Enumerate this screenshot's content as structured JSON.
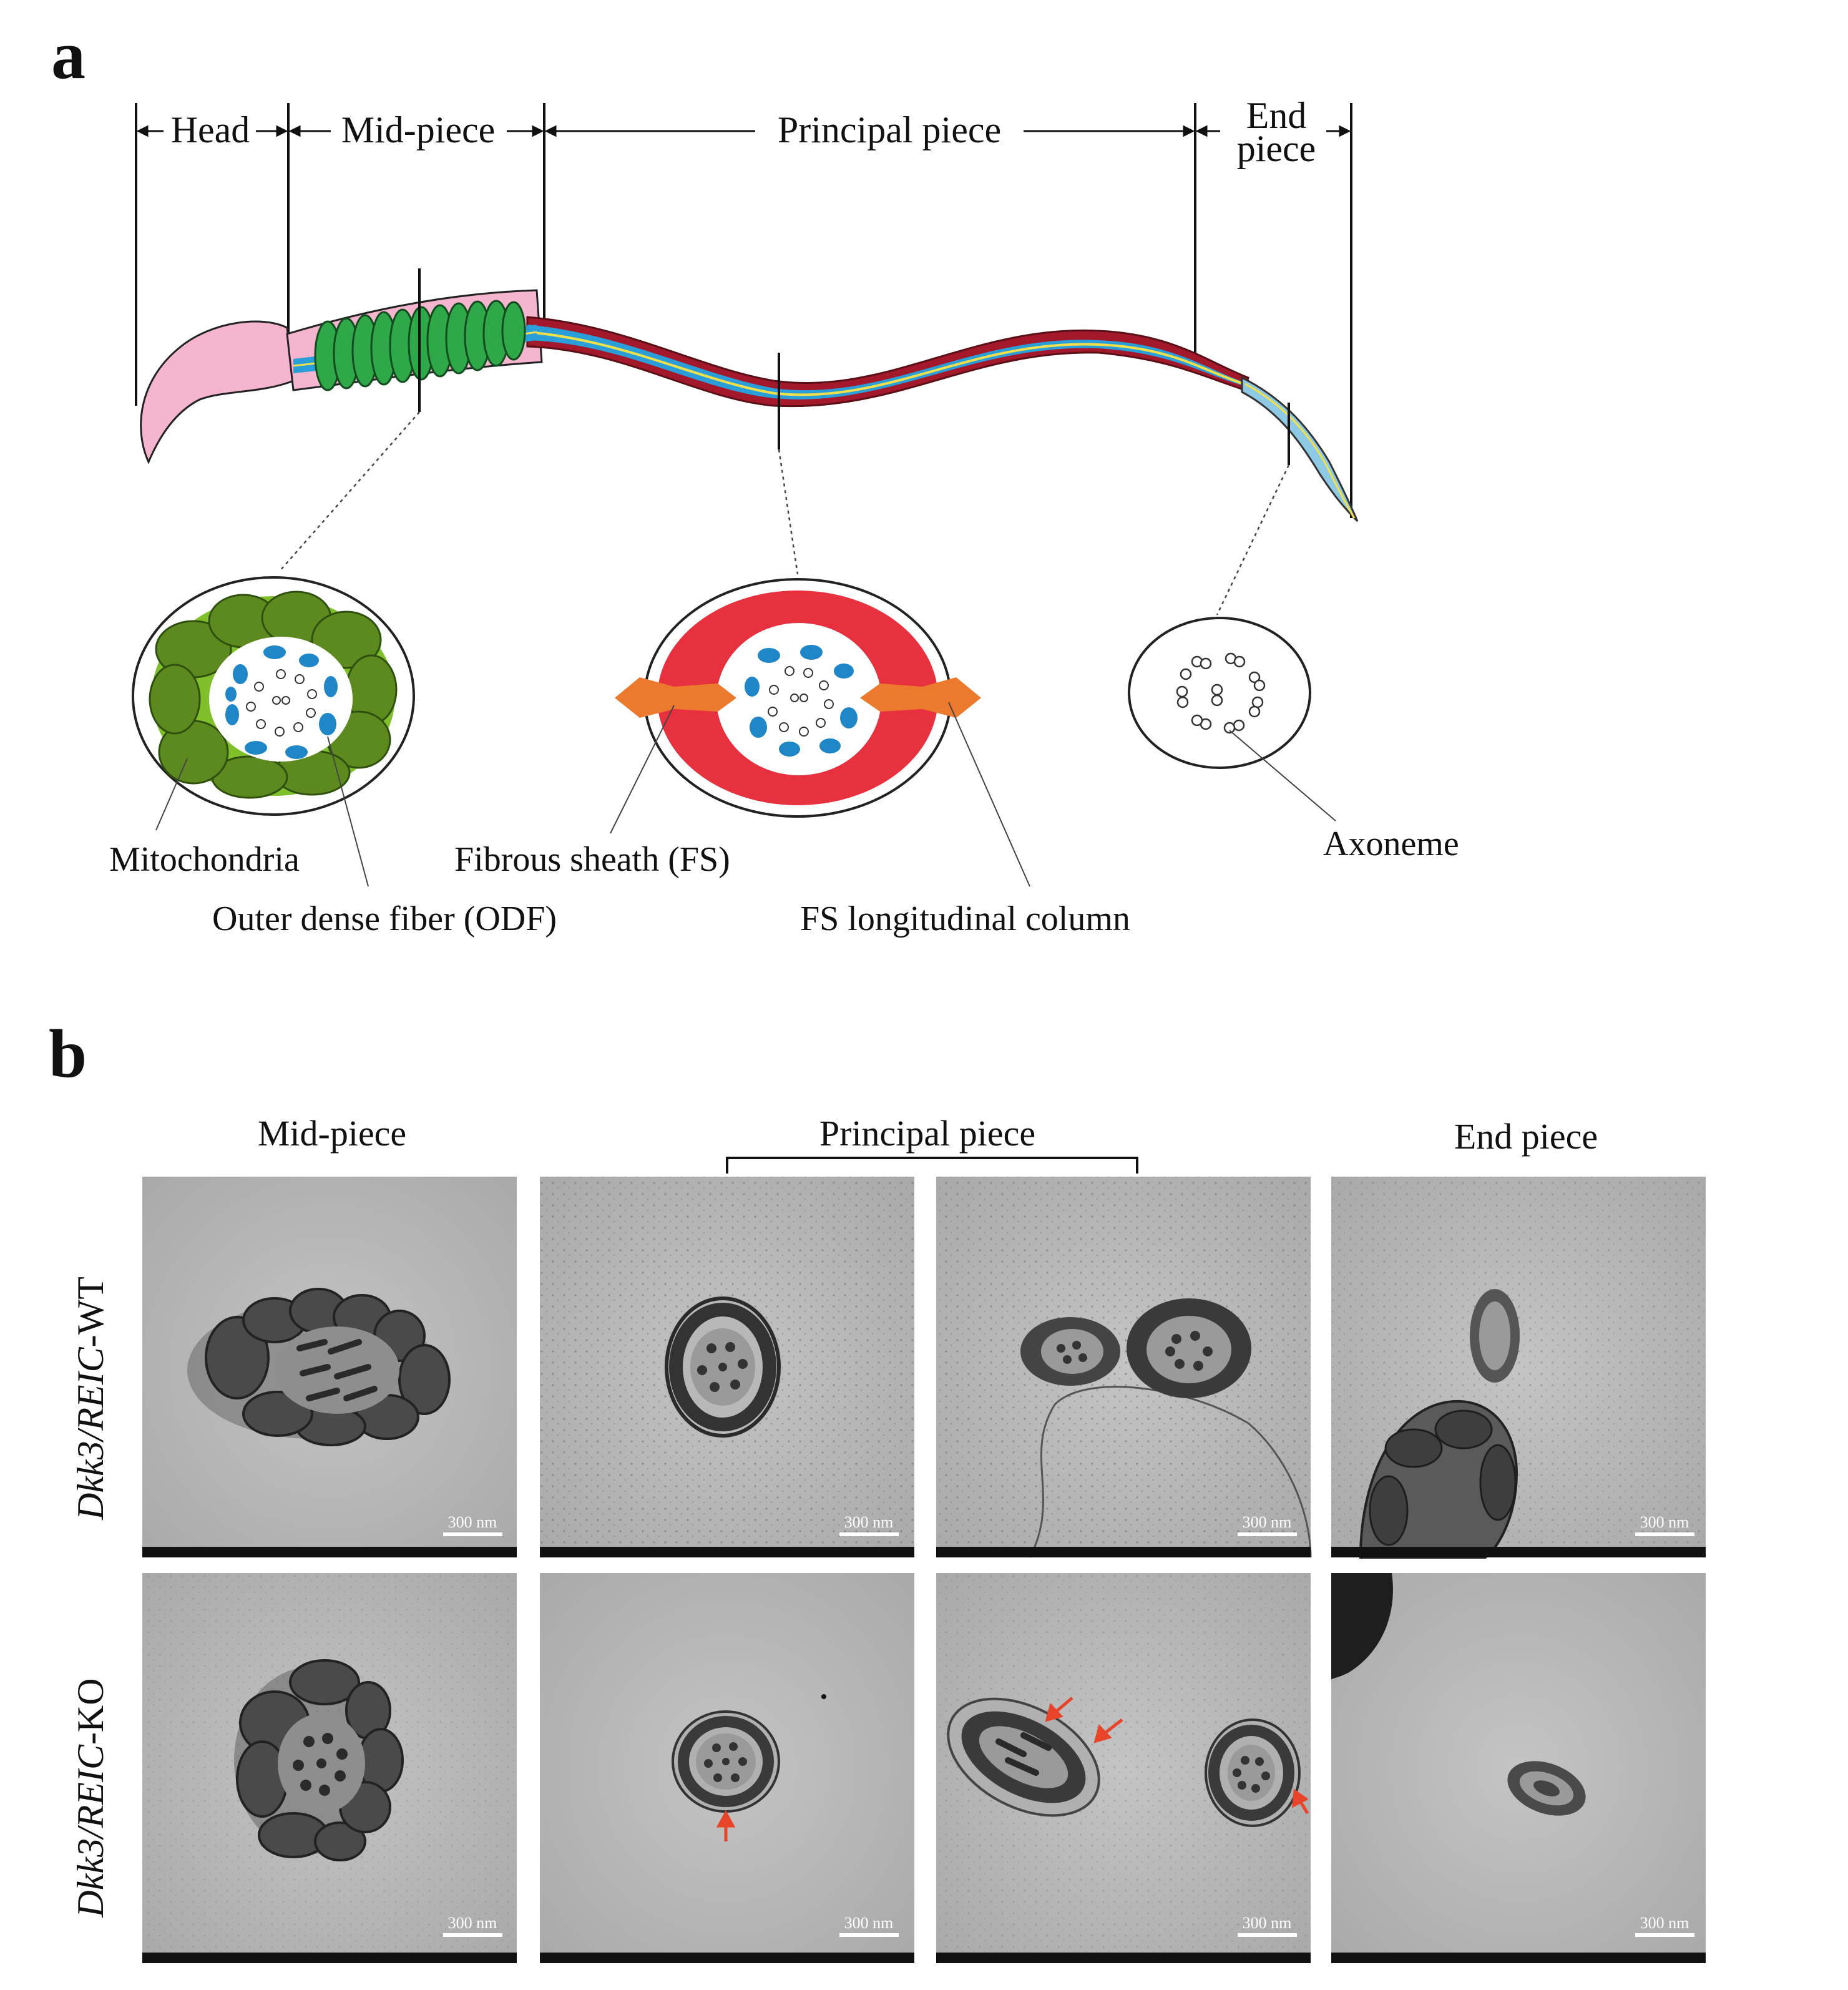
{
  "panels": {
    "a": "a",
    "b": "b"
  },
  "segments": {
    "head": "Head",
    "mid_piece": "Mid-piece",
    "principal_piece": "Principal piece",
    "end_piece_line1": "End",
    "end_piece_line2": "piece"
  },
  "annotations": {
    "mitochondria": "Mitochondria",
    "odf": "Outer dense fiber (ODF)",
    "fs": "Fibrous sheath (FS)",
    "fs_column": "FS longitudinal column",
    "axoneme": "Axoneme"
  },
  "columns": {
    "mid_piece": "Mid-piece",
    "principal_piece": "Principal piece",
    "end_piece": "End piece"
  },
  "rows": {
    "wt": {
      "gene": "Dkk3/REIC",
      "suffix": "-WT"
    },
    "ko": {
      "gene": "Dkk3/REIC",
      "suffix": "-KO"
    }
  },
  "scale_bar_label": "300 nm",
  "colors": {
    "head": "#f6b5cf",
    "mitochondria_outer": "#7fbf2a",
    "mitochondria_inner": "#5d8a1f",
    "mid_helix": "#2fa84a",
    "odf_blue": "#1f86c8",
    "fibrous_sheath": "#e8313f",
    "fs_column": "#ec7a2e",
    "arrow": "#e8442a",
    "em_background": "#b8b8b8"
  }
}
